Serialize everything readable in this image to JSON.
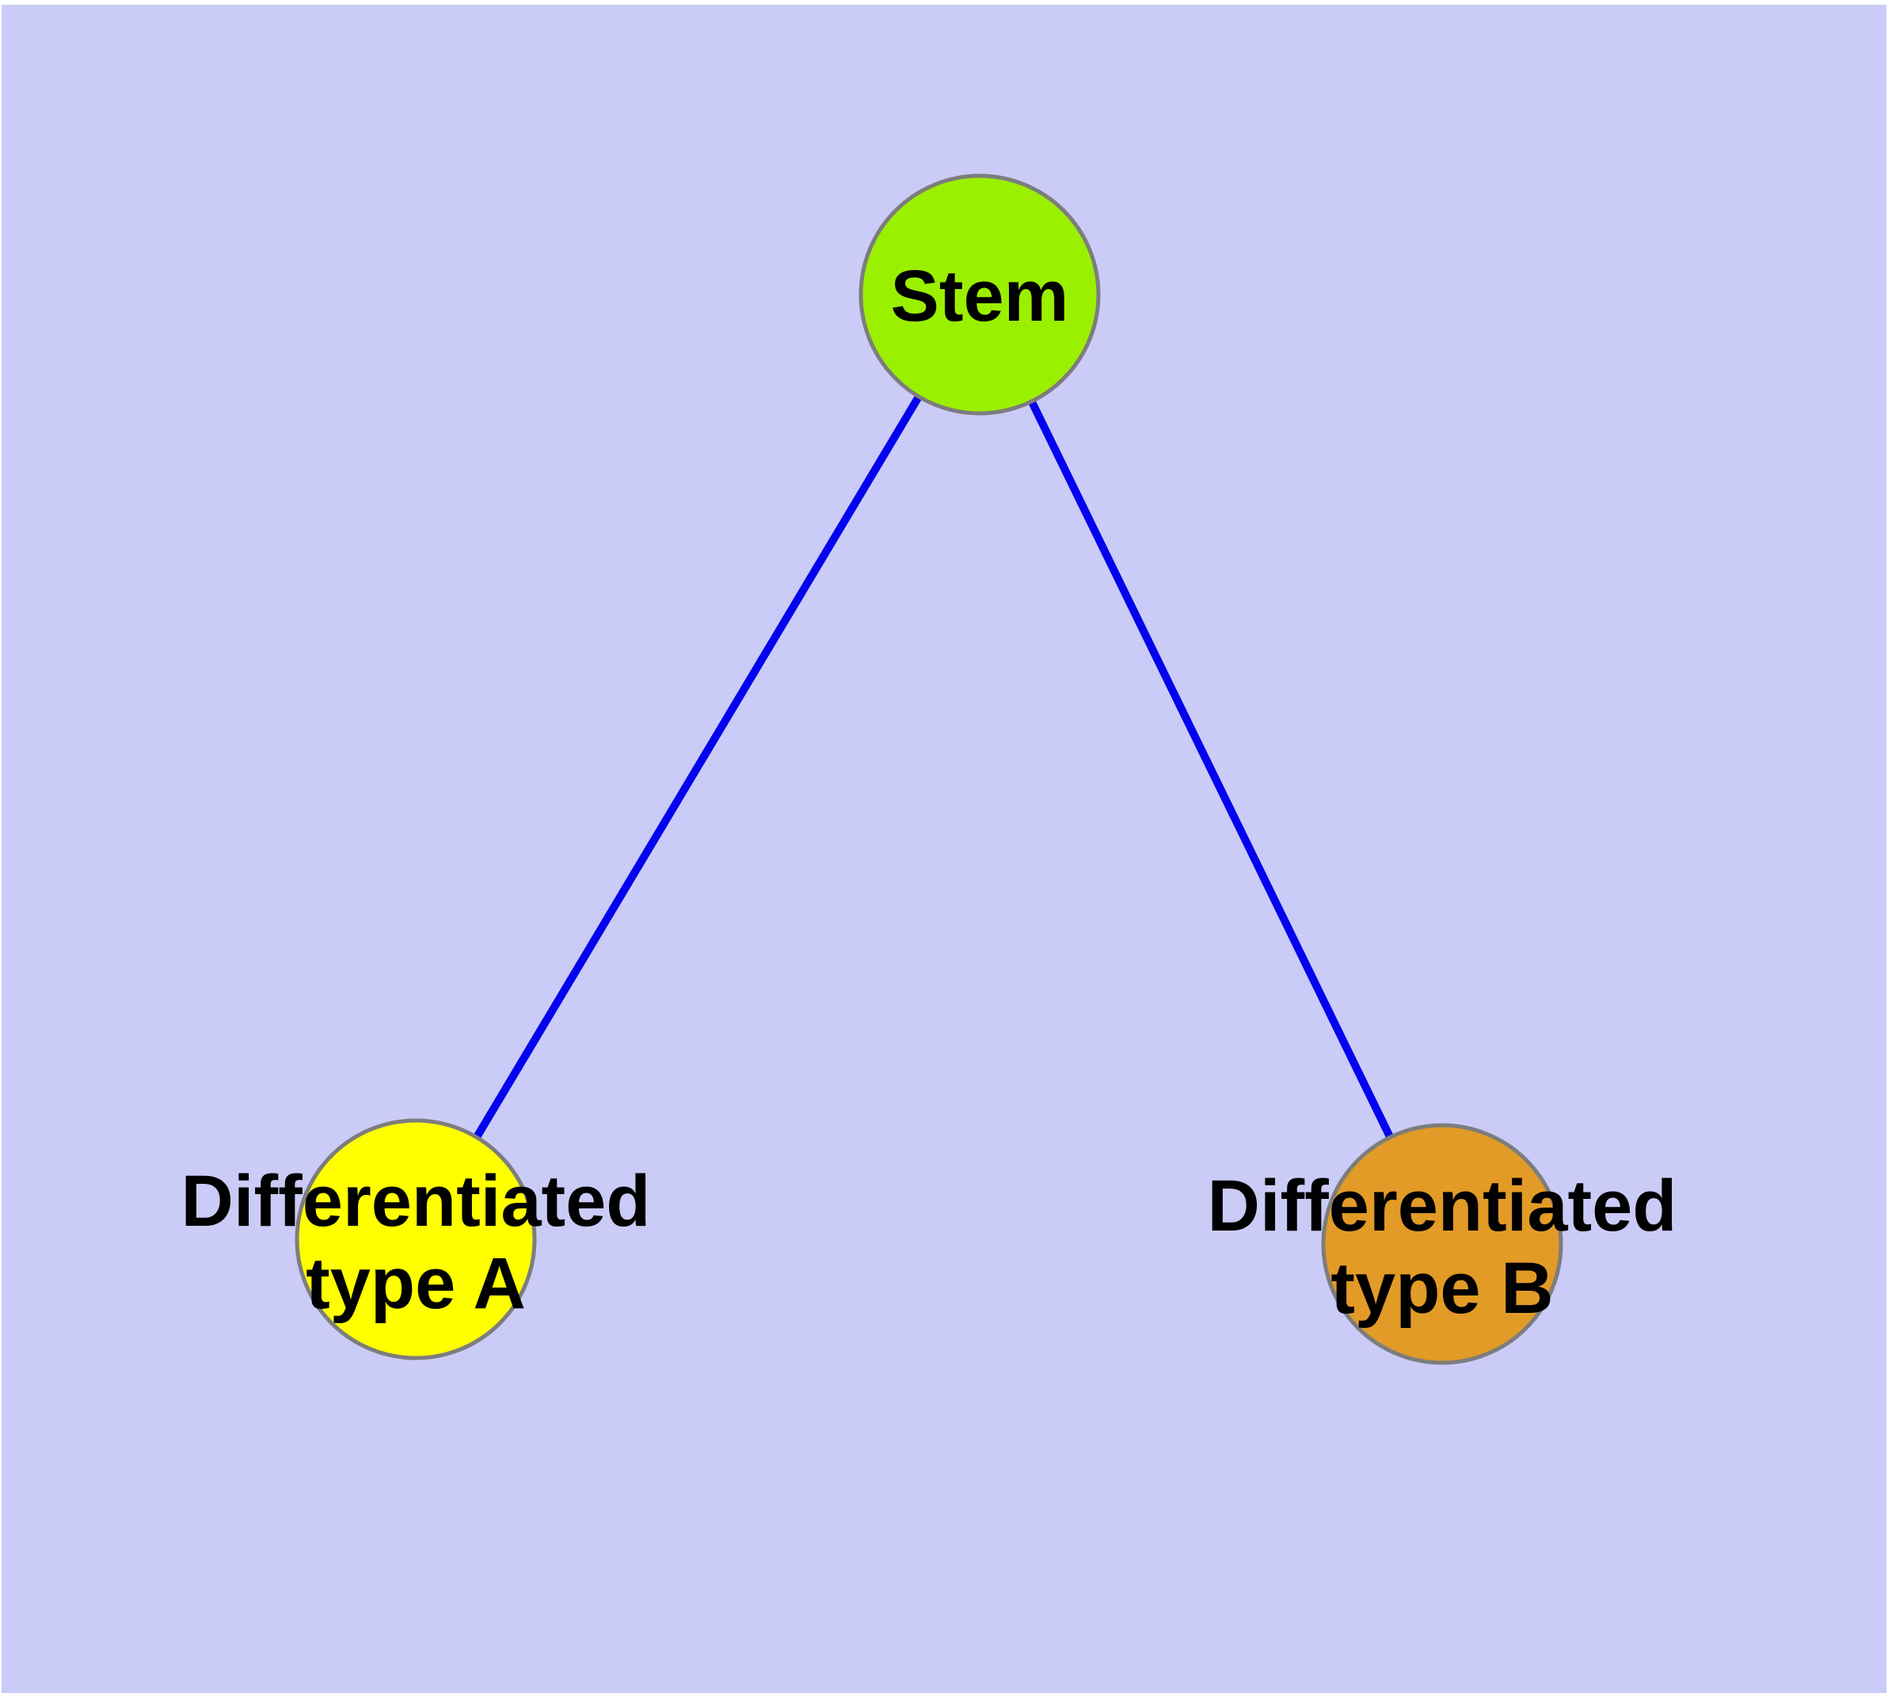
{
  "canvas": {
    "background": "#cbcbf7",
    "margin_color": "#ffffff"
  },
  "graph": {
    "type": "node-link-diagram",
    "edge_color": "#0202ee",
    "node_border_color": "#7d7d7d",
    "label_color": "#000000",
    "nodes": [
      {
        "id": "stem",
        "label": "Stem",
        "lines": [
          "Stem"
        ],
        "fill": "#9bf000"
      },
      {
        "id": "diff-a",
        "label": "Differentiated type A",
        "lines": [
          "Differentiated",
          "type A"
        ],
        "fill": "#ffff00"
      },
      {
        "id": "diff-b",
        "label": "Differentiated type B",
        "lines": [
          "Differentiated",
          "type B"
        ],
        "fill": "#e29b26"
      }
    ],
    "edges": [
      {
        "from": "stem",
        "to": "diff-a"
      },
      {
        "from": "stem",
        "to": "diff-b"
      }
    ]
  }
}
